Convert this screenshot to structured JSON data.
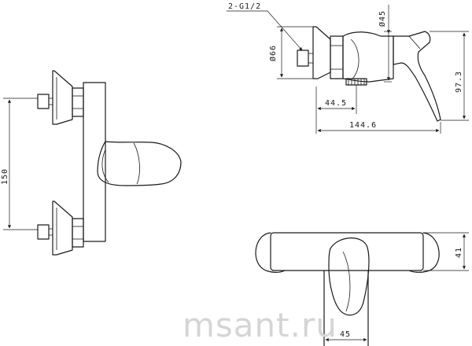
{
  "dimensions": {
    "inlet_thread": "2-G1/2",
    "flange_diameter": "Ø66",
    "handle_diameter": "Ø45",
    "height_side": "97.3",
    "depth_inlet": "44.5",
    "depth_total": "144.6",
    "center_distance": "150",
    "body_height_front": "41",
    "spout_width": "45"
  },
  "watermark": "msant.ru",
  "colors": {
    "line": "#1a1a1a",
    "watermark": "#d5d5d5"
  }
}
